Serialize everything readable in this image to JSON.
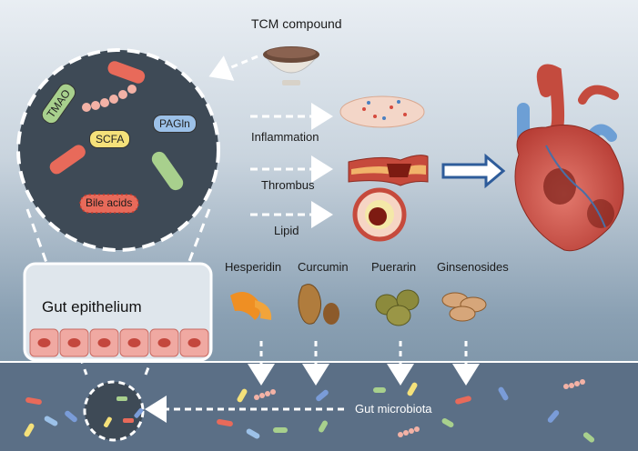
{
  "source": "TCM compound",
  "metabolites": [
    "TMAO",
    "SCFA",
    "PAGln",
    "Bile acids"
  ],
  "effects": [
    "Inflammation",
    "Thrombus",
    "Lipid"
  ],
  "compounds": [
    "Hesperidin",
    "Curcumin",
    "Puerarin",
    "Ginsenosides"
  ],
  "gut_epithelium": "Gut epithelium",
  "gut_microbiota": "Gut microbiota",
  "colors": {
    "metabolite_pill_tmao": "#a8d08d",
    "metabolite_pill_scfa": "#f5e17a",
    "metabolite_pill_pagln": "#9cc1e8",
    "metabolite_pill_bile": "#e86a5a",
    "gut_bg": "#5b6f86"
  }
}
